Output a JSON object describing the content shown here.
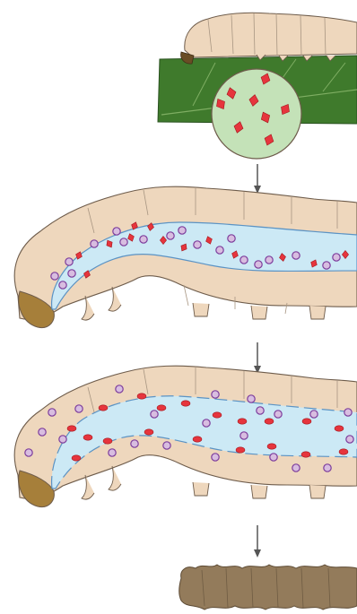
{
  "figure": {
    "panels": [
      {
        "id": "caterpillar-on-leaf-with-crystals"
      },
      {
        "id": "caterpillar-gut-with-crystals"
      },
      {
        "id": "caterpillar-gut-damaged-infection"
      },
      {
        "id": "dead-caterpillar"
      }
    ],
    "colors": {
      "body": "#eed7bd",
      "outline": "#6e5c4b",
      "head": "#a67f3a",
      "leaf": "#3f7a2c",
      "gut": "#cce9f5",
      "gut_edge": "#5b93c4",
      "crystal": "#e6353d",
      "spore_fill": "#d8bde0",
      "spore_edge": "#7d3d9c",
      "magnifier": "#c4e2b8",
      "dead_body": "#937b5b",
      "arrow": "#555555"
    }
  }
}
